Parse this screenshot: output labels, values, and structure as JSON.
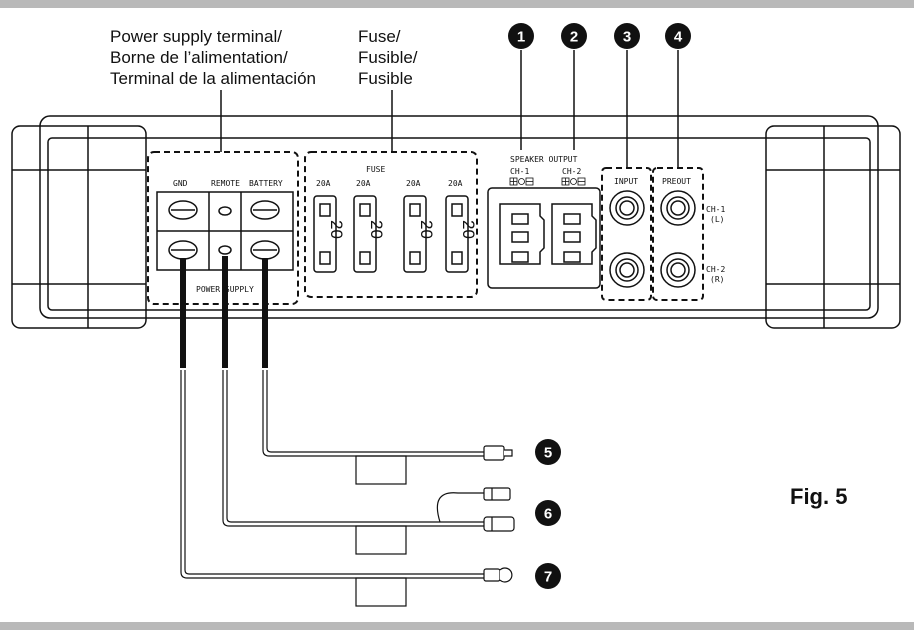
{
  "callouts": {
    "power_terminal": [
      "Power supply terminal/",
      "Borne de l’alimentation/",
      "Terminal de la alimentación"
    ],
    "fuse": [
      "Fuse/",
      "Fusible/",
      "Fusible"
    ]
  },
  "panel": {
    "fuse_title": "FUSE",
    "fuse_ratings": [
      "20A",
      "20A",
      "20A",
      "20A"
    ],
    "fuse_value": "20",
    "gnd": "GND",
    "remote": "REMOTE",
    "battery": "BATTERY",
    "power_supply": "POWER SUPPLY",
    "speaker_output": "SPEAKER OUTPUT",
    "ch1": "CH-1",
    "ch2": "CH-2",
    "input": "INPUT",
    "preout": "PREOUT",
    "ch1_l": "(L)",
    "ch2_r": "(R)"
  },
  "markers": [
    "1",
    "2",
    "3",
    "4",
    "5",
    "6",
    "7"
  ],
  "figure_label": "Fig. 5",
  "colors": {
    "ink": "#111111",
    "band": "#b9b9b9",
    "background": "#ffffff"
  }
}
